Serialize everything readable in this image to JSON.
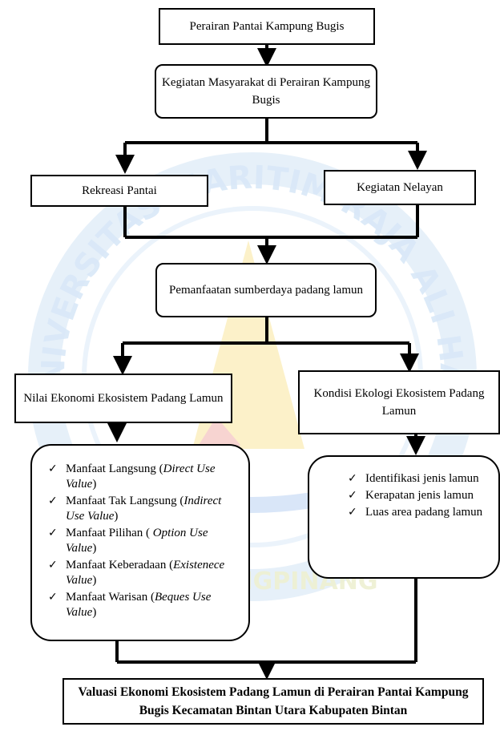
{
  "diagram": {
    "top": "Perairan Pantai Kampung Bugis",
    "kegiatan": "Kegiatan Masyarakat di Perairan Kampung Bugis",
    "rekreasi": "Rekreasi Pantai",
    "nelayan": "Kegiatan Nelayan",
    "pemanfaatan": "Pemanfaatan sumberdaya padang lamun",
    "nilai": "Nilai Ekonomi Ekosistem  Padang Lamun",
    "kondisi": "Kondisi Ekologi  Ekosistem Padang Lamun",
    "left_list": [
      {
        "pre": "Manfaat Langsung (",
        "em": "Direct Use Value",
        "post": ")"
      },
      {
        "pre": "Manfaat Tak Langsung (",
        "em": "Indirect Use Value",
        "post": ")"
      },
      {
        "pre": "Manfaat Pilihan ( ",
        "em": "Option Use Value",
        "post": ")"
      },
      {
        "pre": "Manfaat Keberadaan (",
        "em": "Existenece Value",
        "post": ")"
      },
      {
        "pre": "Manfaat Warisan (",
        "em": "Beques Use Value",
        "post": ")"
      }
    ],
    "right_list": [
      "Identifikasi jenis lamun",
      "Kerapatan jenis lamun",
      "Luas area padang lamun"
    ],
    "final": "Valuasi  Ekonomi Ekosistem Padang Lamun di Perairan Pantai Kampung Bugis Kecamatan Bintan Utara Kabupaten Bintan"
  },
  "watermark": {
    "arc_text": "UNIVERSITAS MARITIM RAJA ALI HAJI",
    "bottom_text": "TANJUNGPINANG",
    "colors": {
      "ring": "#cfe3f7",
      "text": "#d9e8f8",
      "sail": "#fbeec0",
      "red": "#f6cfd2",
      "blue": "#cfe0f6"
    }
  }
}
